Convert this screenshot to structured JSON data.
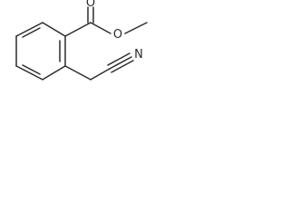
{
  "molecule": {
    "atoms": {
      "carbonyl_oxygen": "O",
      "ester_oxygen": "O",
      "nitrile_nitrogen": "N"
    },
    "bond_color": "#2b2b2b"
  }
}
